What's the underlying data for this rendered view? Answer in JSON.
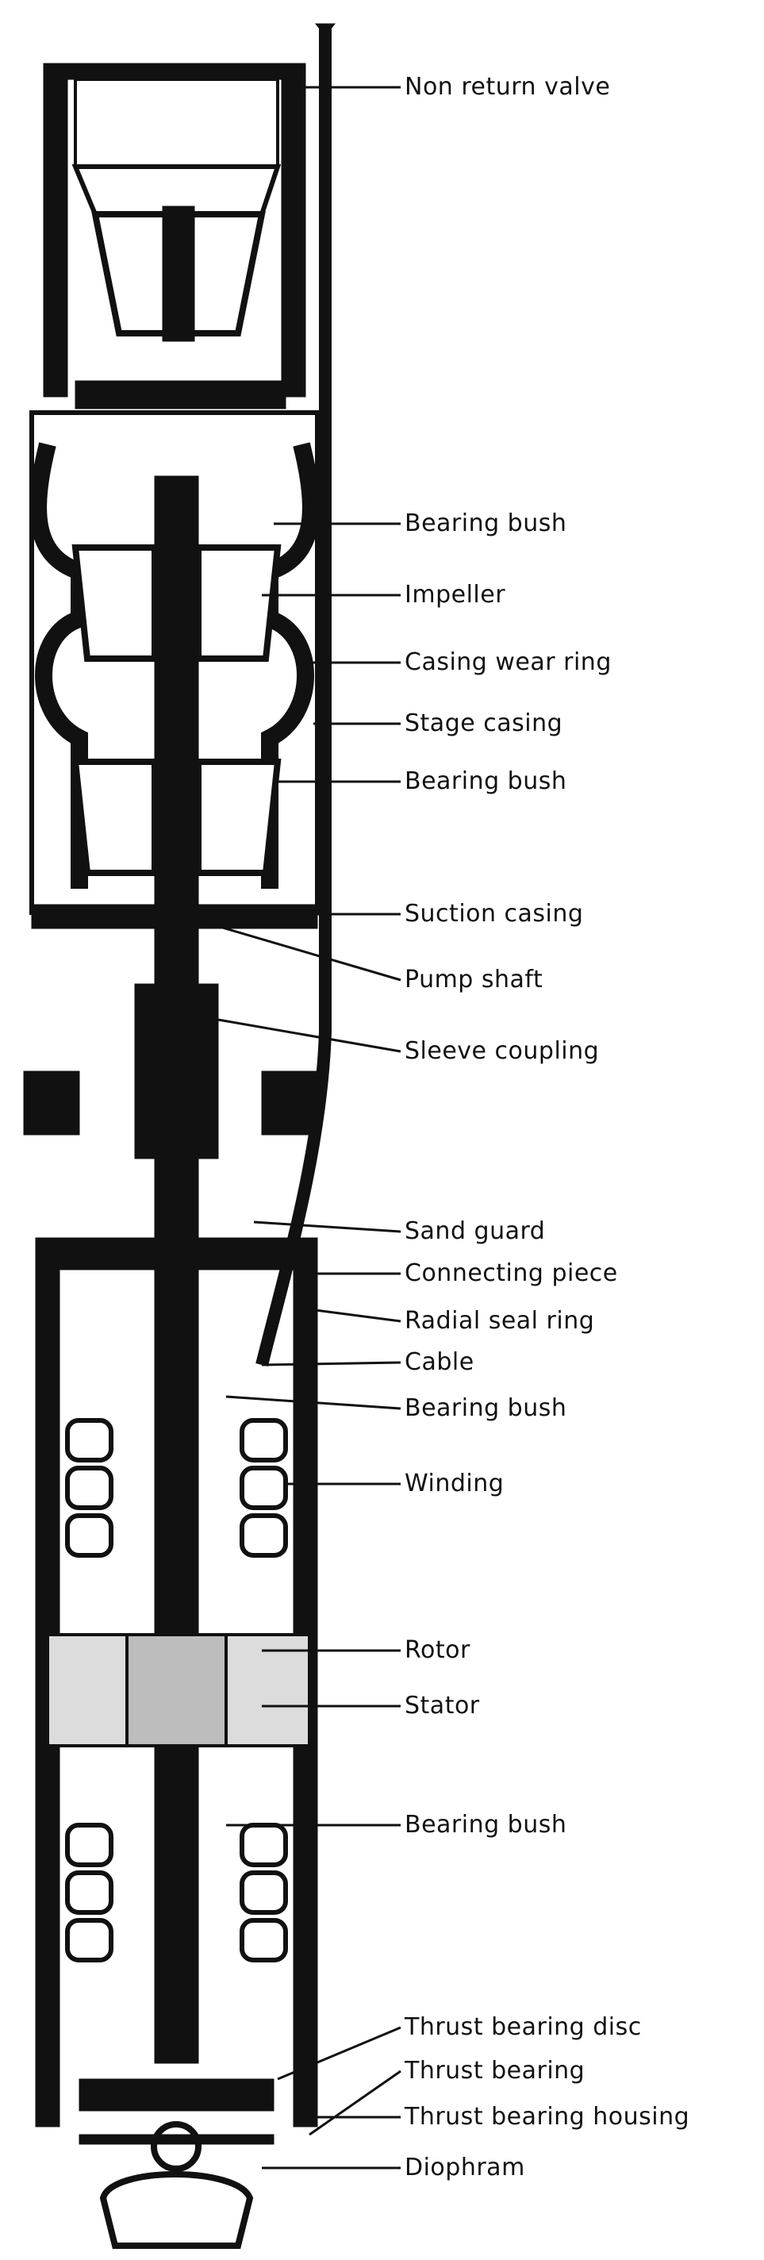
{
  "labels": [
    "Non return valve",
    "Bearing bush",
    "Impeller",
    "Casing wear ring",
    "Stage casing",
    "Bearing bush",
    "Suction casing",
    "Pump shaft",
    "Sleeve coupling",
    "Sand guard",
    "Connecting piece",
    "Radial seal ring",
    "Cable",
    "Bearing bush",
    "Winding",
    "Rotor",
    "Stator",
    "Bearing bush",
    "Thrust bearing disc",
    "Thrust bearing",
    "Thrust bearing housing",
    "Diophram"
  ],
  "colors": {
    "ink": "#111111",
    "paper": "#ffffff",
    "core": "#dcdcdc"
  }
}
